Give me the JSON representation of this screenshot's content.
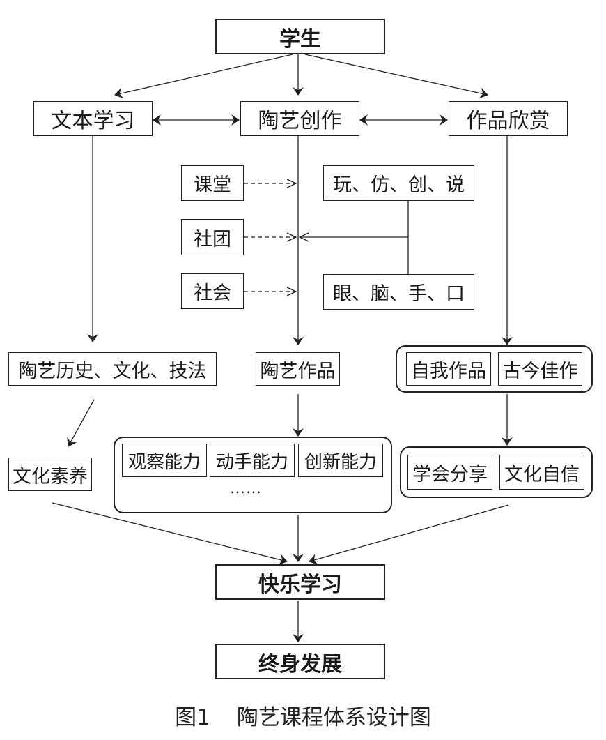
{
  "top": {
    "students": "学生"
  },
  "branches": {
    "text_learning": "文本学习",
    "pottery_creation": "陶艺创作",
    "work_appreciation": "作品欣赏"
  },
  "settings": {
    "classroom": "课堂",
    "club": "社团",
    "society": "社会"
  },
  "activities": {
    "actions": "玩、仿、创、说",
    "senses": "眼、脑、手、口"
  },
  "outcomes": {
    "history_culture_technique": "陶艺历史、文化、技法",
    "pottery_works": "陶艺作品",
    "appreciation_group": [
      "自我作品",
      "古今佳作"
    ],
    "cultural_literacy": "文化素养",
    "abilities_group": [
      "观察能力",
      "动手能力",
      "创新能力"
    ],
    "abilities_more": "……",
    "sharing_group": [
      "学会分享",
      "文化自信"
    ]
  },
  "goals": {
    "happy_learning": "快乐学习",
    "lifelong_development": "终身发展"
  },
  "caption": {
    "figure_number": "图1",
    "title": "陶艺课程体系设计图"
  }
}
